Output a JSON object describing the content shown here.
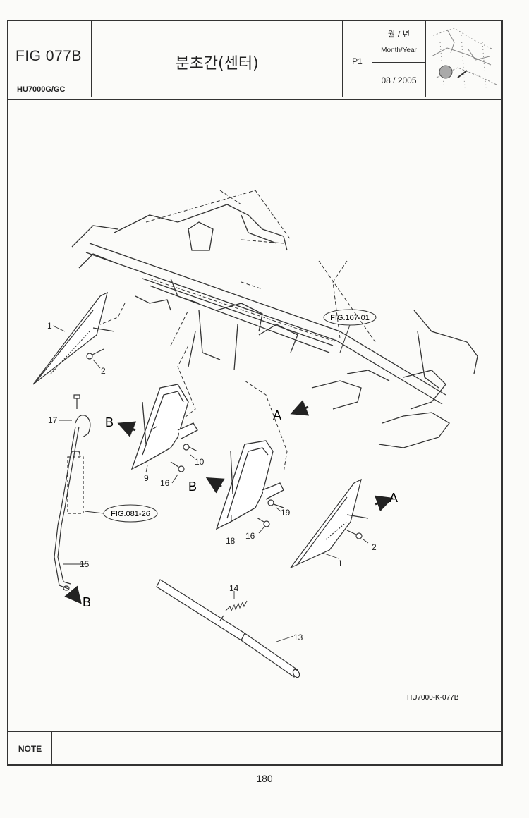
{
  "header": {
    "fig_no": "FIG 077B",
    "model": "HU7000G/GC",
    "title": "분초간(센터)",
    "page": "P1",
    "date_label_kr": "월 / 년",
    "date_label_en": "Month/Year",
    "date_value": "08 / 2005"
  },
  "drawing": {
    "callouts": [
      "1",
      "2",
      "17",
      "9",
      "10",
      "16",
      "18",
      "19",
      "16",
      "1",
      "2",
      "15",
      "14",
      "13"
    ],
    "refs": {
      "fig107": "FIG.107-01",
      "fig081": "FIG.081-26"
    },
    "arrow_labels": [
      "A",
      "A",
      "B",
      "B",
      "B"
    ],
    "drawing_code": "HU7000-K-077B"
  },
  "note_label": "NOTE",
  "note_text": "",
  "page_number": "180"
}
